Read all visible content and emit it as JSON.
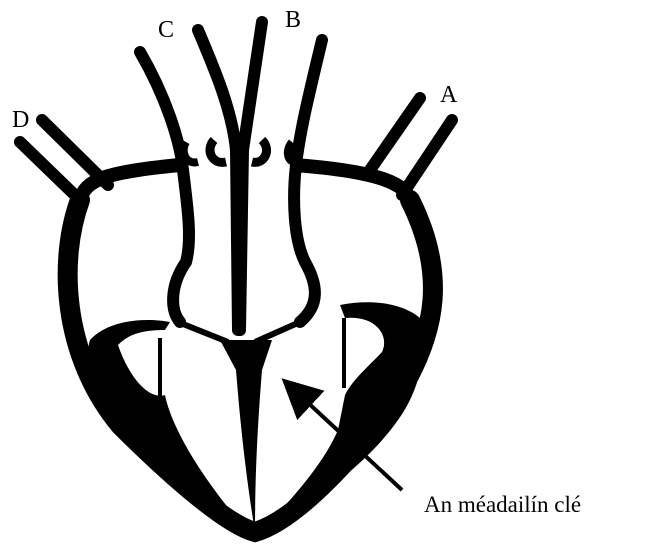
{
  "diagram": {
    "labels": {
      "a": "A",
      "b": "B",
      "c": "C",
      "d": "D"
    },
    "annotation": "An méadailín clé",
    "colors": {
      "ink": "#000000",
      "background": "#ffffff"
    }
  }
}
